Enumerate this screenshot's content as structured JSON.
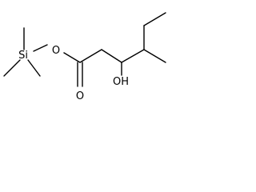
{
  "molecule": {
    "atom_labels": {
      "silicon": "Si",
      "ester_oxygen": "O",
      "carbonyl_oxygen": "O",
      "hydroxyl": "OH"
    },
    "bond_color": "#000000"
  }
}
